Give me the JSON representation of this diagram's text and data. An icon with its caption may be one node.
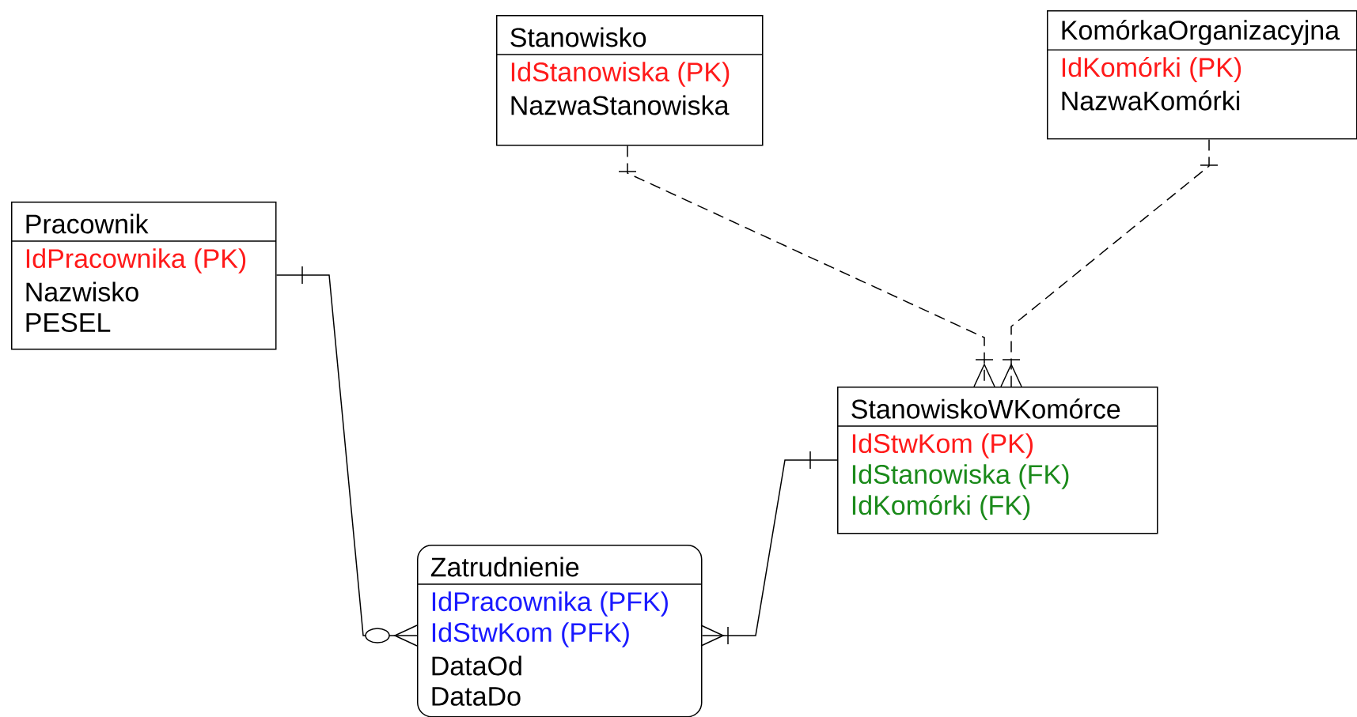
{
  "diagram": {
    "nodes": [
      {
        "text": [
          "Stanowisko",
          "IdStanowiska (PK)",
          "NazwaStanowiska"
        ]
      },
      {
        "text": [
          "KomórkaOrganizacyjna",
          "IdKomórki (PK)",
          "NazwaKomórki"
        ]
      },
      {
        "text": [
          "Pracownik",
          "IdPracownika (PK)",
          "Nazwisko",
          "PESEL"
        ]
      },
      {
        "text": [
          "StanowiskoWKomórce",
          "IdStwKom (PK)",
          "IdStanowiska (FK)",
          "IdKomórki (FK)"
        ]
      },
      {
        "text": [
          "Zatrudnienie",
          "IdPracownika (PFK)",
          "IdStwKom (PFK)",
          "DataOd",
          "DataDo"
        ]
      }
    ],
    "edges": [
      {
        "from": 0,
        "to": 3,
        "arrow": "other",
        "style": "dashed"
      },
      {
        "from": 1,
        "to": 3,
        "arrow": "other",
        "style": "dashed"
      },
      {
        "from": 2,
        "to": 4,
        "arrow": "other"
      },
      {
        "from": 3,
        "to": 4,
        "arrow": "other"
      }
    ]
  }
}
